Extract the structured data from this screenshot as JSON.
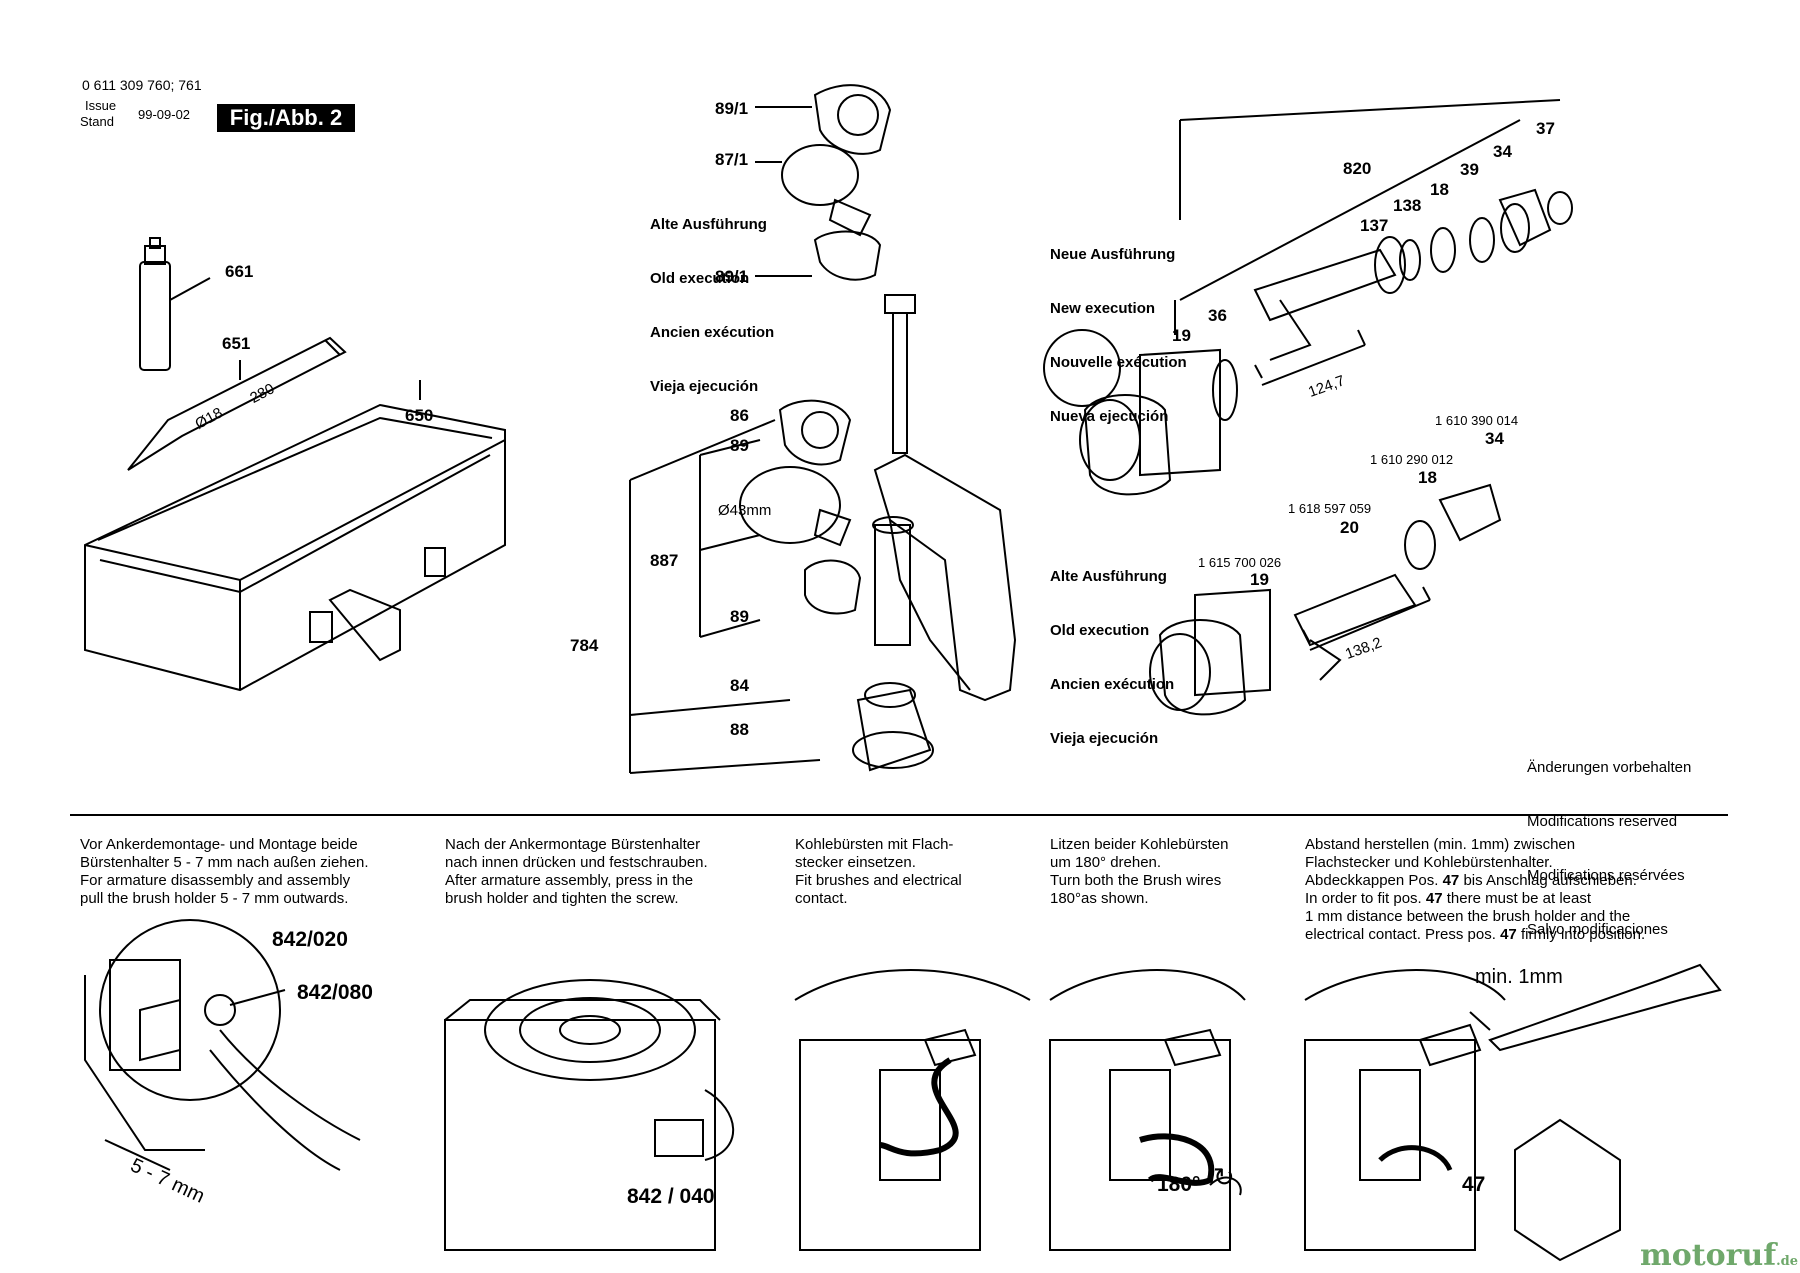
{
  "header": {
    "part_numbers": "0 611 309 760; 761",
    "issue_label": "Issue",
    "stand_label": "Stand",
    "date": "99-09-02",
    "fig": "Fig./Abb. 2"
  },
  "labels": {
    "p661": "661",
    "p651": "651",
    "p650": "650",
    "chisel_d": "Ø18",
    "chisel_len": "280",
    "p89_1a": "89/1",
    "p87_1": "87/1",
    "p89_1b": "89/1",
    "p86": "86",
    "p89a": "89",
    "p887": "887",
    "p89b": "89",
    "p784": "784",
    "p84": "84",
    "p88": "88",
    "d43": "Ø43mm",
    "p820": "820",
    "p37a": "37",
    "p34a": "34",
    "p39": "39",
    "p18a": "18",
    "p138": "138",
    "p137": "137",
    "p36": "36",
    "p19a": "19",
    "len1247": "124,7",
    "pn1": "1 610 390 014",
    "p34b": "34",
    "pn2": "1 610 290 012",
    "p18b": "18",
    "pn3": "1 618 597 059",
    "p20": "20",
    "pn4": "1 615 700 026",
    "p19b": "19",
    "len1382": "138,2",
    "p842_020": "842/020",
    "p842_080": "842/080",
    "p842_040": "842 / 040",
    "p47": "47",
    "deg180": "180°",
    "min1mm": "min. 1mm",
    "mm57": "5 - 7 mm"
  },
  "old_exec": [
    "Alte Ausführung",
    "Old execution",
    "Ancien exécution",
    "Vieja ejecución"
  ],
  "new_exec": [
    "Neue Ausführung",
    "New execution",
    "Nouvelle exécution",
    "Nueva ejecución"
  ],
  "old_exec2": [
    "Alte Ausführung",
    "Old execution",
    "Ancien exécution",
    "Vieja ejecución"
  ],
  "modifications": [
    "Änderungen vorbehalten",
    "Modifications reserved",
    "Modifications resérvées",
    "Salvo modificaciones"
  ],
  "instructions": {
    "i1": "Vor Ankerdemontage- und Montage beide\nBürstenhalter 5 - 7 mm nach außen ziehen.\nFor armature disassembly and assembly\npull the brush holder 5 - 7 mm outwards.",
    "i2": "Nach der Ankermontage Bürstenhalter\nnach innen drücken und festschrauben.\nAfter armature assembly, press in the\nbrush holder and tighten the screw.",
    "i3": "Kohlebürsten mit Flach-\nstecker einsetzen.\nFit brushes and electrical\ncontact.",
    "i4": "Litzen beider Kohlebürsten\num 180° drehen.\nTurn both the Brush wires\n180°as shown.",
    "i5a": "Abstand herstellen (min. 1mm) zwischen\nFlachstecker und Kohlebürstenhalter.\nAbdeckkappen Pos. ",
    "i5a_b": "47",
    "i5a_c": " bis Anschlag aufschieben.\nIn order to fit pos. ",
    "i5b_b": "47",
    "i5b_c": " there must be at least\n1 mm distance between the brush holder and the\nelectrical contact. Press pos. ",
    "i5c_b": "47",
    "i5c_c": " firmly into position."
  },
  "watermark": {
    "main": "motoruf",
    "tld": ".de"
  }
}
